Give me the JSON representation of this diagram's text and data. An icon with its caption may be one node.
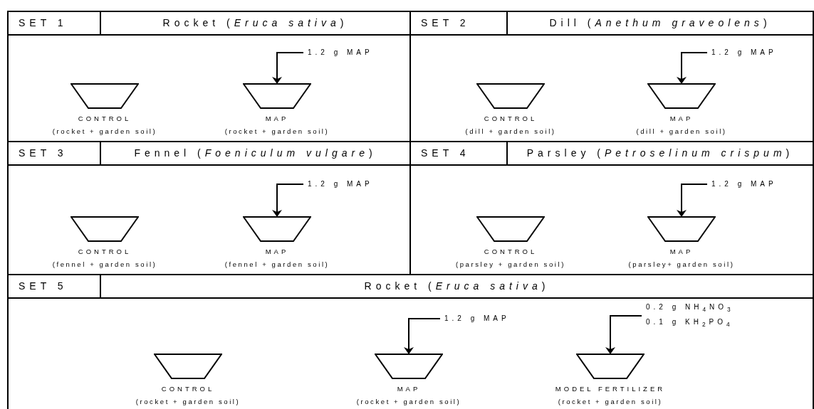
{
  "diagram": {
    "nodes": [
      {
        "text": [
          "SET 1",
          "Rocket (*Eruca sativa*)"
        ]
      },
      {
        "text": [
          "CONTROL",
          "(rocket + garden soil)"
        ],
        "in": 0
      },
      {
        "text": [
          "1.2 g MAP"
        ],
        "in": 0
      },
      {
        "text": [
          "MAP",
          "(rocket + garden soil)"
        ],
        "in": 0
      },
      {
        "text": [
          "SET 2",
          "Dill (*Anethum graveolens*)"
        ]
      },
      {
        "text": [
          "CONTROL",
          "(dill + garden soil)"
        ],
        "in": 4
      },
      {
        "text": [
          "1.2 g MAP"
        ],
        "in": 4
      },
      {
        "text": [
          "MAP",
          "(dill + garden soil)"
        ],
        "in": 4
      },
      {
        "text": [
          "SET 3",
          "Fennel (*Foeniculum vulgare*)"
        ]
      },
      {
        "text": [
          "CONTROL",
          "(fennel + garden soil)"
        ],
        "in": 8
      },
      {
        "text": [
          "1.2 g MAP"
        ],
        "in": 8
      },
      {
        "text": [
          "MAP",
          "(fennel + garden soil)"
        ],
        "in": 8
      },
      {
        "text": [
          "SET 4",
          "Parsley (*Petroselinum crispum*)"
        ]
      },
      {
        "text": [
          "CONTROL",
          "(parsley + garden soil)"
        ],
        "in": 12
      },
      {
        "text": [
          "1.2 g MAP"
        ],
        "in": 12
      },
      {
        "text": [
          "MAP",
          "(parsley+ garden soil)"
        ],
        "in": 12
      },
      {
        "text": [
          "SET 5",
          "Rocket (*Eruca sativa*)"
        ]
      },
      {
        "text": [
          "CONTROL",
          "(rocket + garden soil)"
        ],
        "in": 16
      },
      {
        "text": [
          "1.2 g MAP"
        ],
        "in": 16
      },
      {
        "text": [
          "MAP",
          "(rocket + garden soil)"
        ],
        "in": 16
      },
      {
        "text": [
          "0.2 g NH$_{4}$NO$_{3}$",
          "0.1 g KH$_{2}$PO$_{4}$"
        ],
        "in": 16
      },
      {
        "text": [
          "MODEL FERTILIZER",
          "(rocket + garden soil)"
        ],
        "in": 16
      }
    ],
    "edges": [
      {
        "from": 2,
        "to": 3,
        "arrow": "to"
      },
      {
        "from": 6,
        "to": 7,
        "arrow": "to"
      },
      {
        "from": 10,
        "to": 11,
        "arrow": "to"
      },
      {
        "from": 14,
        "to": 15,
        "arrow": "to"
      },
      {
        "from": 18,
        "to": 19,
        "arrow": "to"
      },
      {
        "from": 20,
        "to": 21,
        "arrow": "to"
      }
    ]
  }
}
